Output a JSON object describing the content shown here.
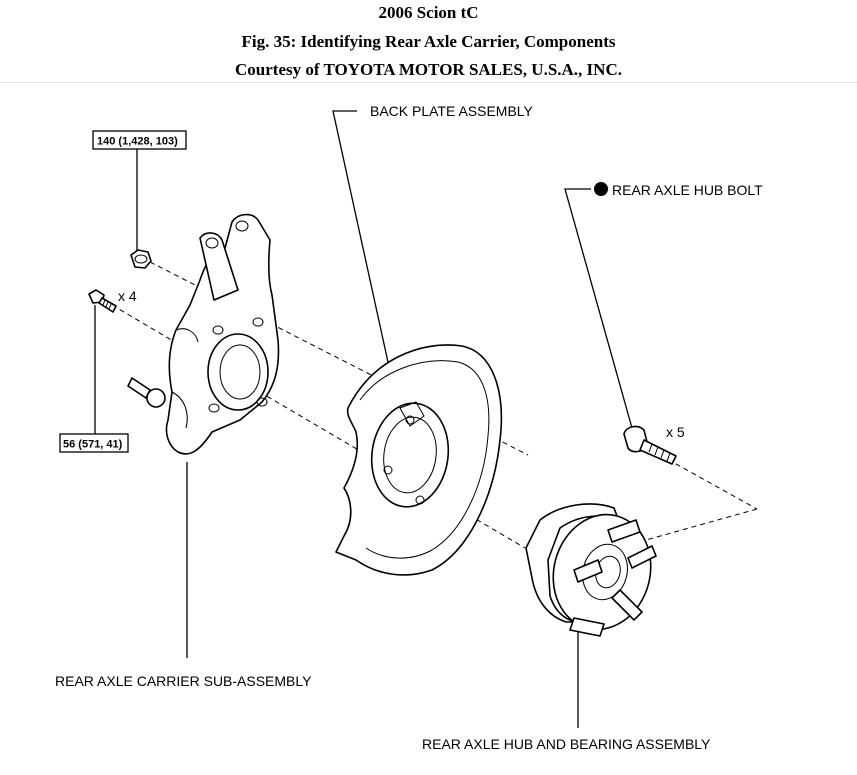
{
  "header": {
    "title": "2006 Scion tC",
    "figure": "Fig. 35: Identifying Rear Axle Carrier, Components",
    "courtesy": "Courtesy of TOYOTA MOTOR SALES, U.S.A., INC."
  },
  "diagram": {
    "labels": {
      "back_plate": "BACK PLATE ASSEMBLY",
      "hub_bolt": "REAR AXLE HUB BOLT",
      "carrier": "REAR AXLE CARRIER SUB-ASSEMBLY",
      "hub_bearing": "REAR AXLE HUB AND BEARING ASSEMBLY"
    },
    "torque_specs": {
      "nut": "140 (1,428, 103)",
      "bolt": "56 (571, 41)"
    },
    "quantities": {
      "carrier_bolts": "x 4",
      "hub_bolts": "x 5"
    },
    "icons": {
      "hub_bolt_marker": "filled-circle-icon"
    }
  }
}
